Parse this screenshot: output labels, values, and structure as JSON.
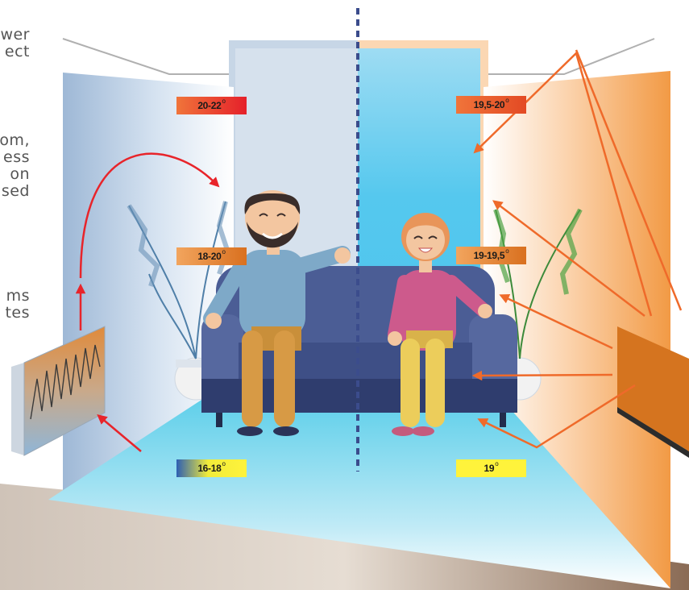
{
  "colors": {
    "cold_blue": "#a8c3de",
    "warm_orange": "#f2923a",
    "floor_cyan": "#5bd0ea",
    "arrow_red": "#e8242a",
    "arrow_orange": "#ef6a2a",
    "sofa_blue": "#4b5d95",
    "divider_blue": "#3b4c8c"
  },
  "side_text": [
    "wer\nect",
    "om,\ness\non\nsed",
    "ms\ntes"
  ],
  "badges": {
    "left_top": "20-22",
    "left_mid": "18-20",
    "left_floor": "16-18",
    "right_top": "19,5-20",
    "right_mid": "19-19,5",
    "right_floor": "19"
  },
  "icons": {
    "left_heater": "convection-radiator-icon",
    "right_heater": "infrared-panel-icon",
    "man": "man-figure-icon",
    "woman": "woman-figure-icon",
    "plants": "palm-plant-icon"
  }
}
